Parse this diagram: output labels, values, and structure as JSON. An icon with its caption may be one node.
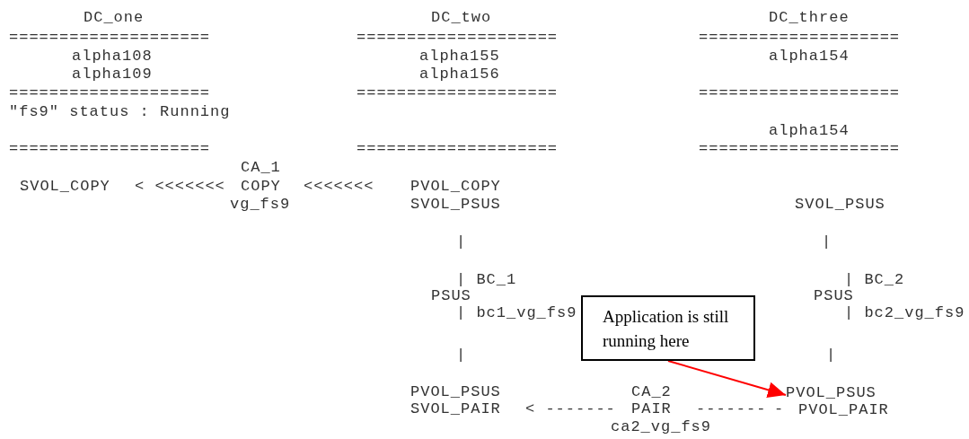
{
  "diagram": {
    "nodes": [
      {
        "text": [
          "Application is still running here"
        ]
      },
      {
        "text": [
          "PVOL_PSUS",
          "PVOL_PAIR"
        ]
      }
    ],
    "edges": [
      {
        "from": 0,
        "to": 1,
        "arrow": "to",
        "color": "#ff0000"
      }
    ],
    "labels": [
      "DC_one",
      "DC_two",
      "DC_three",
      "====================",
      "====================",
      "====================",
      "alpha108",
      "alpha155",
      "alpha154",
      "alpha109",
      "alpha156",
      "====================",
      "====================",
      "====================",
      "\"fs9\" status : Running",
      "alpha154",
      "====================",
      "====================",
      "====================",
      "CA_1",
      "SVOL_COPY",
      "< <<<<<<<",
      "COPY",
      "<<<<<<<",
      "PVOL_COPY",
      "vg_fs9",
      "SVOL_PSUS",
      "SVOL_PSUS",
      "|",
      "|",
      "| BC_1",
      "| BC_2",
      "PSUS",
      "PSUS",
      "| bc1_vg_fs9",
      "| bc2_vg_fs9",
      "|",
      "|",
      "PVOL_PSUS",
      "CA_2",
      "SVOL_PAIR",
      "< -------",
      "PAIR",
      "-------",
      "-",
      "ca2_vg_fs9"
    ]
  }
}
